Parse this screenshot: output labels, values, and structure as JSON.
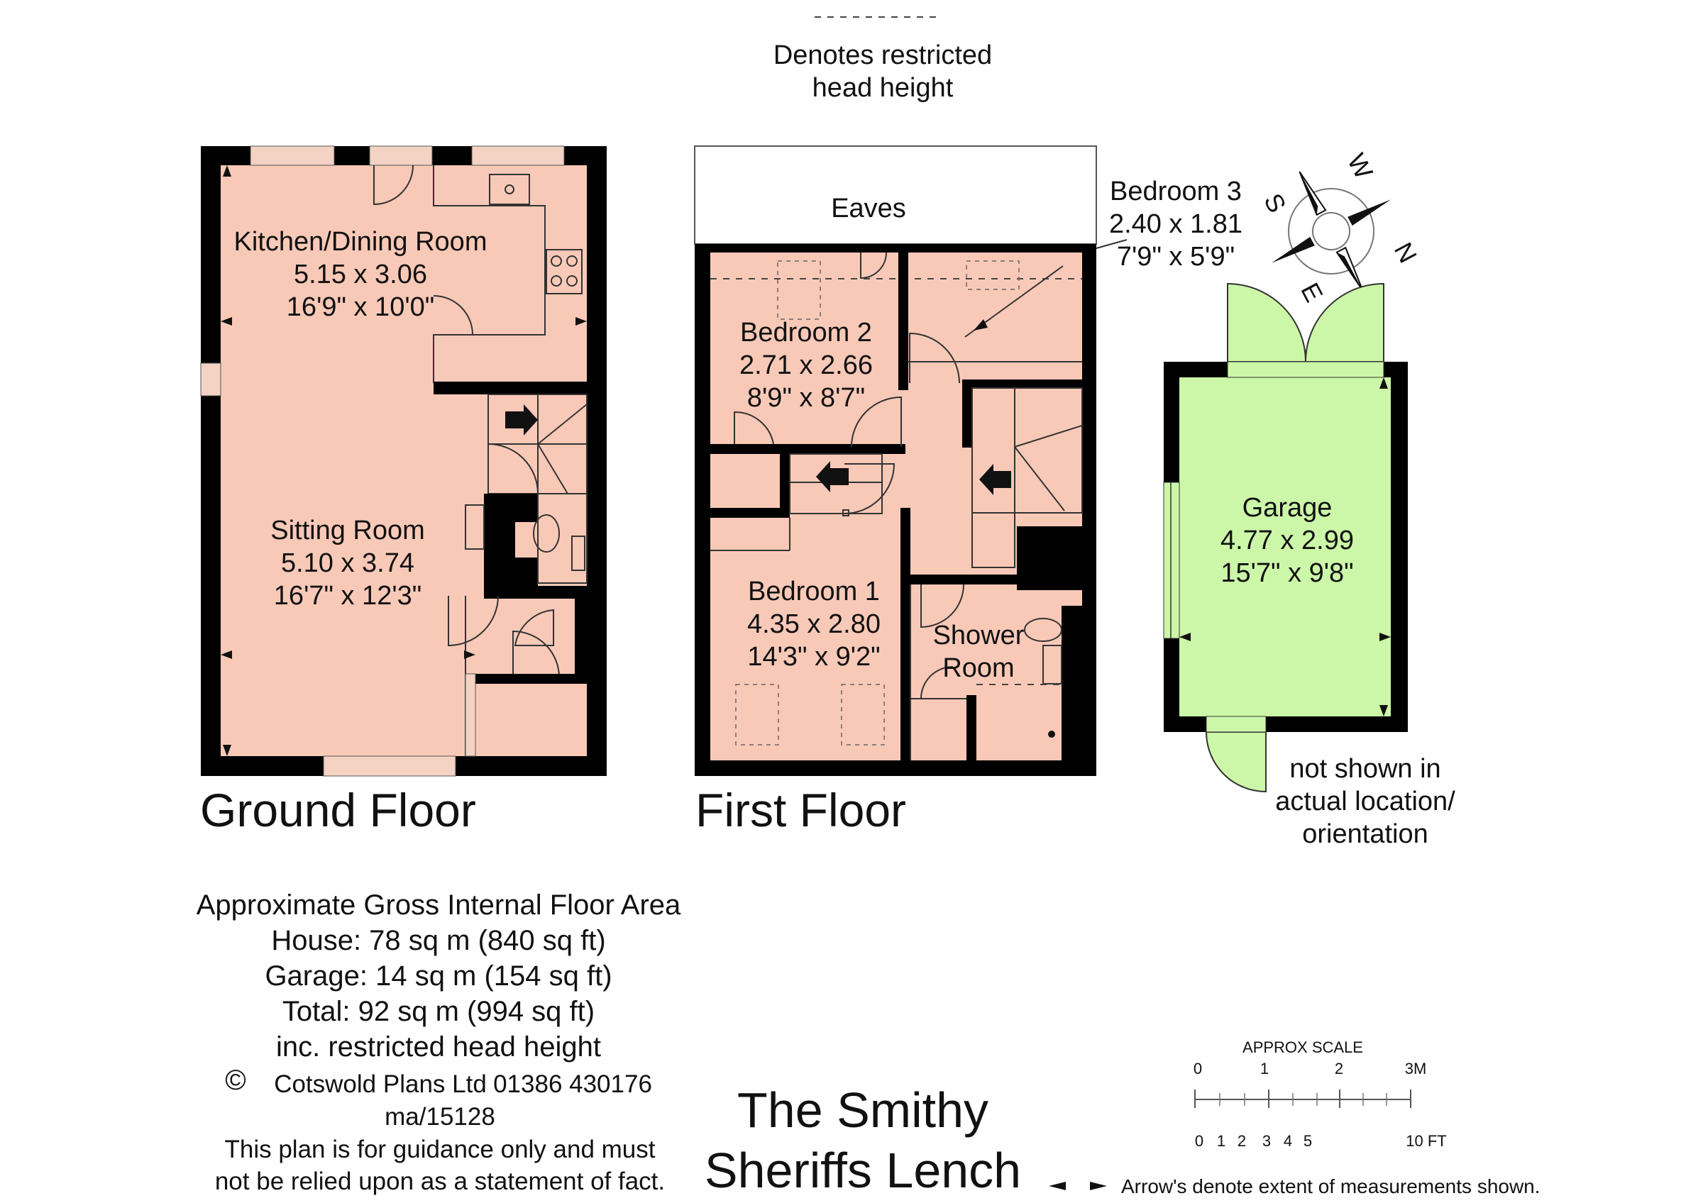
{
  "legend": {
    "restricted_line1": "Denotes restricted",
    "restricted_line2": "head height"
  },
  "ground_floor": {
    "title": "Ground Floor",
    "kitchen": {
      "name": "Kitchen/Dining Room",
      "metric": "5.15 x 3.06",
      "imperial": "16'9\" x 10'0\""
    },
    "sitting": {
      "name": "Sitting Room",
      "metric": "5.10 x 3.74",
      "imperial": "16'7\" x 12'3\""
    }
  },
  "first_floor": {
    "title": "First Floor",
    "eaves": "Eaves",
    "bedroom1": {
      "name": "Bedroom 1",
      "metric": "4.35 x 2.80",
      "imperial": "14'3\" x 9'2\""
    },
    "bedroom2": {
      "name": "Bedroom 2",
      "metric": "2.71 x 2.66",
      "imperial": "8'9\" x 8'7\""
    },
    "bedroom3": {
      "name": "Bedroom 3",
      "metric": "2.40 x 1.81",
      "imperial": "7'9\" x 5'9\""
    },
    "shower": {
      "line1": "Shower",
      "line2": "Room"
    }
  },
  "garage": {
    "name": "Garage",
    "metric": "4.77 x 2.99",
    "imperial": "15'7\" x 9'8\"",
    "note1": "not shown in",
    "note2": "actual location/",
    "note3": "orientation"
  },
  "compass": {
    "n": "N",
    "s": "S",
    "e": "E",
    "w": "W"
  },
  "area": {
    "heading": "Approximate Gross Internal Floor Area",
    "house": "House: 78 sq m (840 sq ft)",
    "garage": "Garage: 14 sq m (154 sq ft)",
    "total": "Total: 92 sq m (994 sq ft)",
    "note": "inc. restricted head height"
  },
  "credits": {
    "copyright_symbol": "©",
    "company": "Cotswold Plans Ltd",
    "phone": "01386 430176",
    "ref": "ma/15128",
    "disclaimer1": "This plan is for guidance only and must",
    "disclaimer2": "not be relied upon as a statement of fact."
  },
  "property": {
    "name": "The Smithy",
    "location": "Sheriffs Lench"
  },
  "scale": {
    "title": "APPROX SCALE",
    "m_labels": [
      "0",
      "1",
      "2",
      "3M"
    ],
    "ft_labels": [
      "0",
      "1",
      "2",
      "3",
      "4",
      "5",
      "10 FT"
    ],
    "arrow_note": "Arrow's denote extent of measurements shown."
  },
  "colors": {
    "rooms": "#f9c9b8",
    "garage": "#ccf7a8",
    "walls": "#000000"
  }
}
